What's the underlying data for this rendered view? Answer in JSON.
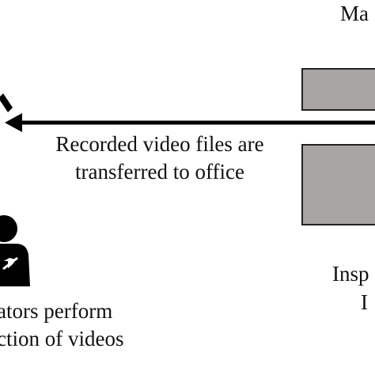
{
  "top_right_label": "Ma",
  "arrow": {
    "caption_line1": "Recorded video files are",
    "caption_line2": "transferred to office"
  },
  "inspection": {
    "label_line1": "Insp",
    "label_line2": "I"
  },
  "operators": {
    "label_line1": "ators perform",
    "label_line2": "ction of videos"
  },
  "colors": {
    "box_fill": "#a9a5a3",
    "box_stroke": "#222222",
    "arrow": "#000000",
    "text": "#111111"
  },
  "icons": [
    "person-at-desk-icon",
    "camera-mount-icon"
  ]
}
